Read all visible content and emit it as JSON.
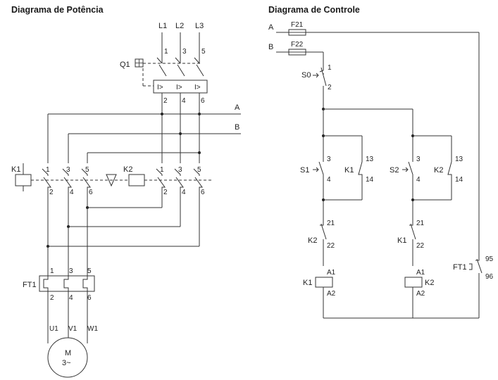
{
  "power_diagram": {
    "title": "Diagrama de Potência",
    "lines": [
      "L1",
      "L2",
      "L3"
    ],
    "breaker": {
      "label": "Q1",
      "top_terminals": [
        "1",
        "3",
        "5"
      ],
      "bottom_terminals": [
        "2",
        "4",
        "6"
      ],
      "trip_symbol": "I>"
    },
    "buses": [
      "A",
      "B"
    ],
    "contactor_k1": {
      "label": "K1",
      "top_terminals": [
        "1",
        "3",
        "5"
      ],
      "bottom_terminals": [
        "2",
        "4",
        "6"
      ]
    },
    "contactor_k2": {
      "label": "K2",
      "top_terminals": [
        "1",
        "3",
        "5"
      ],
      "bottom_terminals": [
        "2",
        "4",
        "6"
      ]
    },
    "overload": {
      "label": "FT1",
      "top_terminals": [
        "1",
        "3",
        "5"
      ],
      "bottom_terminals": [
        "2",
        "4",
        "6"
      ]
    },
    "motor_terminals": [
      "U1",
      "V1",
      "W1"
    ],
    "motor": {
      "line1": "M",
      "line2": "3~"
    }
  },
  "control_diagram": {
    "title": "Diagrama de Controle",
    "supply": [
      "A",
      "B"
    ],
    "fuses": [
      "F21",
      "F22"
    ],
    "stop_button": {
      "label": "S0",
      "terminals": [
        "1",
        "2"
      ]
    },
    "branch1": {
      "start_button": {
        "label": "S1",
        "terminals": [
          "3",
          "4"
        ]
      },
      "seal_contact": {
        "label": "K1",
        "terminals": [
          "13",
          "14"
        ]
      },
      "interlock": {
        "label": "K2",
        "terminals": [
          "21",
          "22"
        ]
      },
      "coil": {
        "label": "K1",
        "terminals": [
          "A1",
          "A2"
        ]
      }
    },
    "branch2": {
      "start_button": {
        "label": "S2",
        "terminals": [
          "3",
          "4"
        ]
      },
      "seal_contact": {
        "label": "K2",
        "terminals": [
          "13",
          "14"
        ]
      },
      "interlock": {
        "label": "K1",
        "terminals": [
          "21",
          "22"
        ]
      },
      "coil": {
        "label": "K2",
        "terminals": [
          "A1",
          "A2"
        ]
      }
    },
    "overload_contact": {
      "label": "FT1",
      "terminals": [
        "95",
        "96"
      ]
    }
  }
}
